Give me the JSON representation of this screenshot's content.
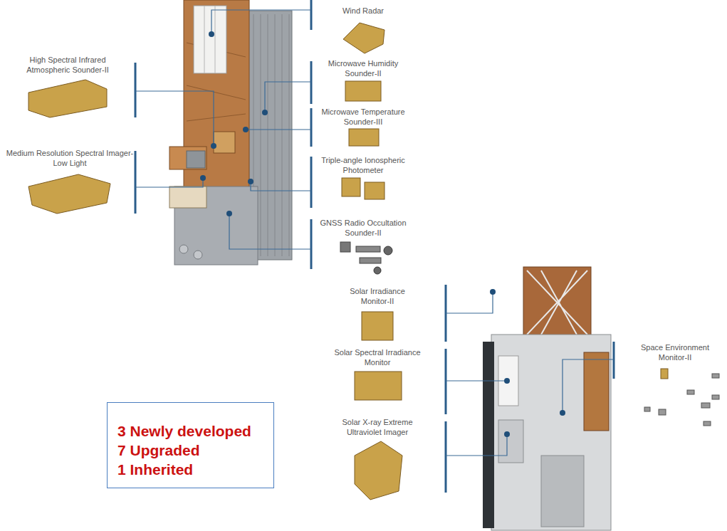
{
  "diagram": {
    "nodes": [
      {
        "text": [
          "3 Newly developed",
          "7 Upgraded",
          "1 Inherited"
        ]
      }
    ],
    "labels": [
      "Wind Radar",
      "High Spectral Infrared Atmospheric Sounder-II",
      "Microwave Humidity Sounder-II",
      "Microwave Temperature Sounder-III",
      "Medium Resolution Spectral Imager-Low Light",
      "Triple-angle Ionospheric Photometer",
      "GNSS Radio Occultation Sounder-II",
      "Solar Irradiance Monitor-II",
      "Space Environment Monitor-II",
      "Solar Spectral Irradiance Monitor",
      "Solar X-ray Extreme Ultraviolet Imager"
    ]
  }
}
